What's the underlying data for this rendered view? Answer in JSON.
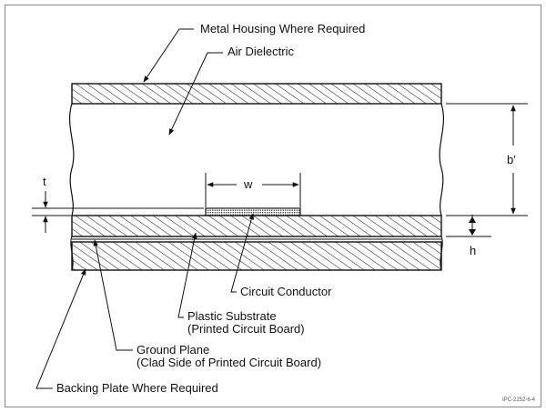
{
  "labels": {
    "metal_housing": "Metal Housing Where Required",
    "air_dielectric": "Air Dielectric",
    "width": "w",
    "thickness": "t",
    "b_prime": "b′",
    "height": "h",
    "circuit_conductor": "Circuit Conductor",
    "plastic_substrate": [
      "Plastic Substrate",
      "(Printed Circuit Board)"
    ],
    "ground_plane": [
      "Ground Plane",
      "(Clad Side of Printed Circuit Board)"
    ],
    "backing_plate": "Backing Plate Where Required",
    "figure_id": "IPC-2252-6-4"
  },
  "colors": {
    "line": "#111111",
    "hatch": "#222222",
    "frame": "#8a8a8a"
  }
}
